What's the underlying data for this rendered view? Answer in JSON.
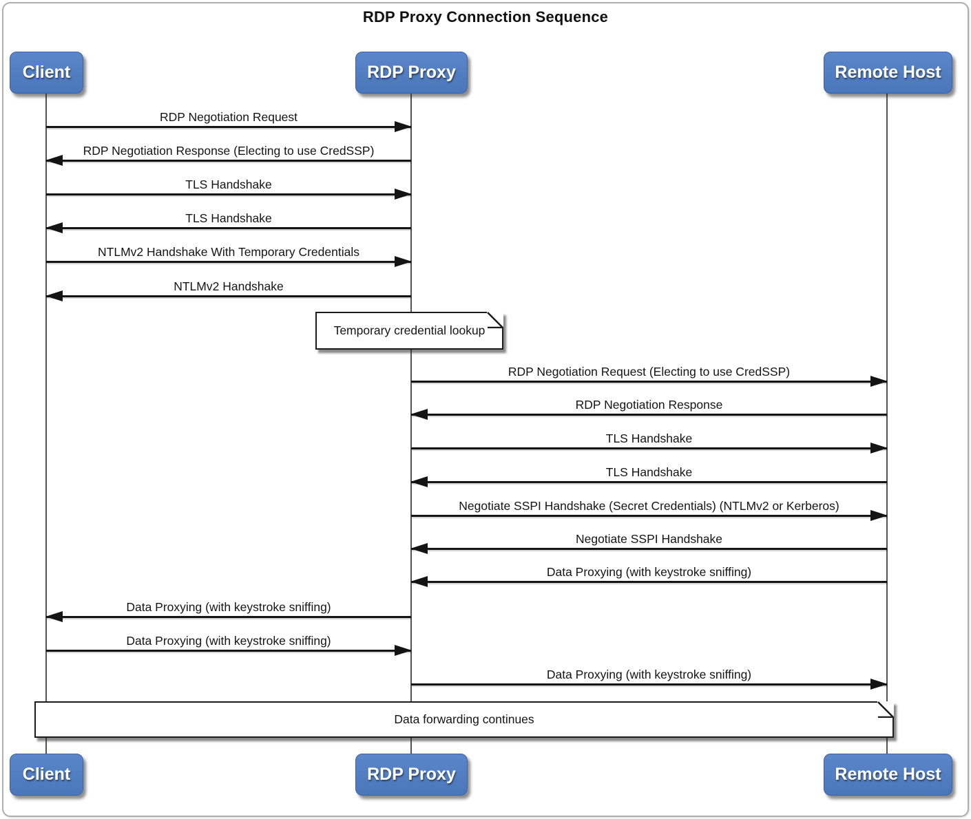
{
  "title": "RDP Proxy Connection Sequence",
  "actors": [
    {
      "id": "client",
      "label": "Client"
    },
    {
      "id": "proxy",
      "label": "RDP Proxy"
    },
    {
      "id": "remote",
      "label": "Remote Host"
    }
  ],
  "messages": [
    {
      "label": "RDP Negotiation Request",
      "from": "Client",
      "to": "RDP Proxy"
    },
    {
      "label": "RDP Negotiation Response (Electing to use CredSSP)",
      "from": "RDP Proxy",
      "to": "Client"
    },
    {
      "label": "TLS Handshake",
      "from": "Client",
      "to": "RDP Proxy"
    },
    {
      "label": "TLS Handshake",
      "from": "RDP Proxy",
      "to": "Client"
    },
    {
      "label": "NTLMv2 Handshake With Temporary Credentials",
      "from": "Client",
      "to": "RDP Proxy"
    },
    {
      "label": "NTLMv2 Handshake",
      "from": "RDP Proxy",
      "to": "Client"
    },
    {
      "label": "RDP Negotiation Request (Electing to use CredSSP)",
      "from": "RDP Proxy",
      "to": "Remote Host"
    },
    {
      "label": "RDP Negotiation Response",
      "from": "Remote Host",
      "to": "RDP Proxy"
    },
    {
      "label": "TLS Handshake",
      "from": "RDP Proxy",
      "to": "Remote Host"
    },
    {
      "label": "TLS Handshake",
      "from": "Remote Host",
      "to": "RDP Proxy"
    },
    {
      "label": "Negotiate SSPI Handshake (Secret Credentials) (NTLMv2 or Kerberos)",
      "from": "RDP Proxy",
      "to": "Remote Host"
    },
    {
      "label": "Negotiate SSPI Handshake",
      "from": "Remote Host",
      "to": "RDP Proxy"
    },
    {
      "label": "Data Proxying (with keystroke sniffing)",
      "from": "Remote Host",
      "to": "RDP Proxy"
    },
    {
      "label": "Data Proxying (with keystroke sniffing)",
      "from": "RDP Proxy",
      "to": "Client"
    },
    {
      "label": "Data Proxying (with keystroke sniffing)",
      "from": "Client",
      "to": "RDP Proxy"
    },
    {
      "label": "Data Proxying (with keystroke sniffing)",
      "from": "RDP Proxy",
      "to": "Remote Host"
    }
  ],
  "notes": [
    {
      "label": "Temporary credential lookup",
      "anchor": "RDP Proxy"
    },
    {
      "label": "Data forwarding continues",
      "anchor": "all"
    }
  ],
  "colors": {
    "actor_fill": "#4a77b9",
    "actor_fill_light": "#5b87ca",
    "actor_border": "#3a61a2",
    "actor_text": "#ffffff",
    "line": "#141414",
    "lifeline": "#535353"
  }
}
